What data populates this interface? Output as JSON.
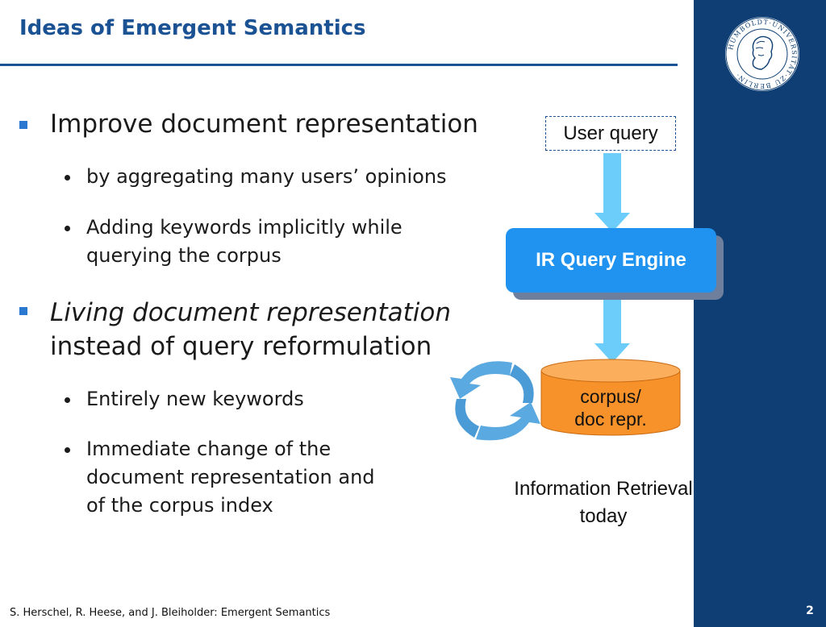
{
  "slide": {
    "title": "Ideas of Emergent Semantics",
    "page_number": "2",
    "footer": "S. Herschel, R. Heese, and J. Bleiholder: Emergent Semantics"
  },
  "bullets": {
    "b1": "Improve document representation",
    "b1_sub1": "by aggregating many users’ opinions",
    "b1_sub2_line1": "Adding keywords implicitly while",
    "b1_sub2_line2": "querying the corpus",
    "b2_line1": "Living document representation",
    "b2_line2": "instead of query reformulation",
    "b2_sub1": "Entirely new keywords",
    "b2_sub2_line1": "Immediate change of the",
    "b2_sub2_line2": "document representation and",
    "b2_sub2_line3": "of the corpus index"
  },
  "diagram": {
    "user_query": "User query",
    "engine": "IR Query Engine",
    "corpus_line1": "corpus/",
    "corpus_line2": "doc repr.",
    "caption_line1": "Information Retrieval",
    "caption_line2": "today"
  },
  "logo": {
    "text": "HUMBOLDT-UNIVERSITÄT ZU BERLIN"
  },
  "colors": {
    "sidebar": "#0e3e73",
    "title": "#1a5294",
    "engine": "#1f93ef",
    "arrow": "#6ccdfa",
    "cylinder": "#f7922b",
    "cycle": "#5aa9e0"
  }
}
